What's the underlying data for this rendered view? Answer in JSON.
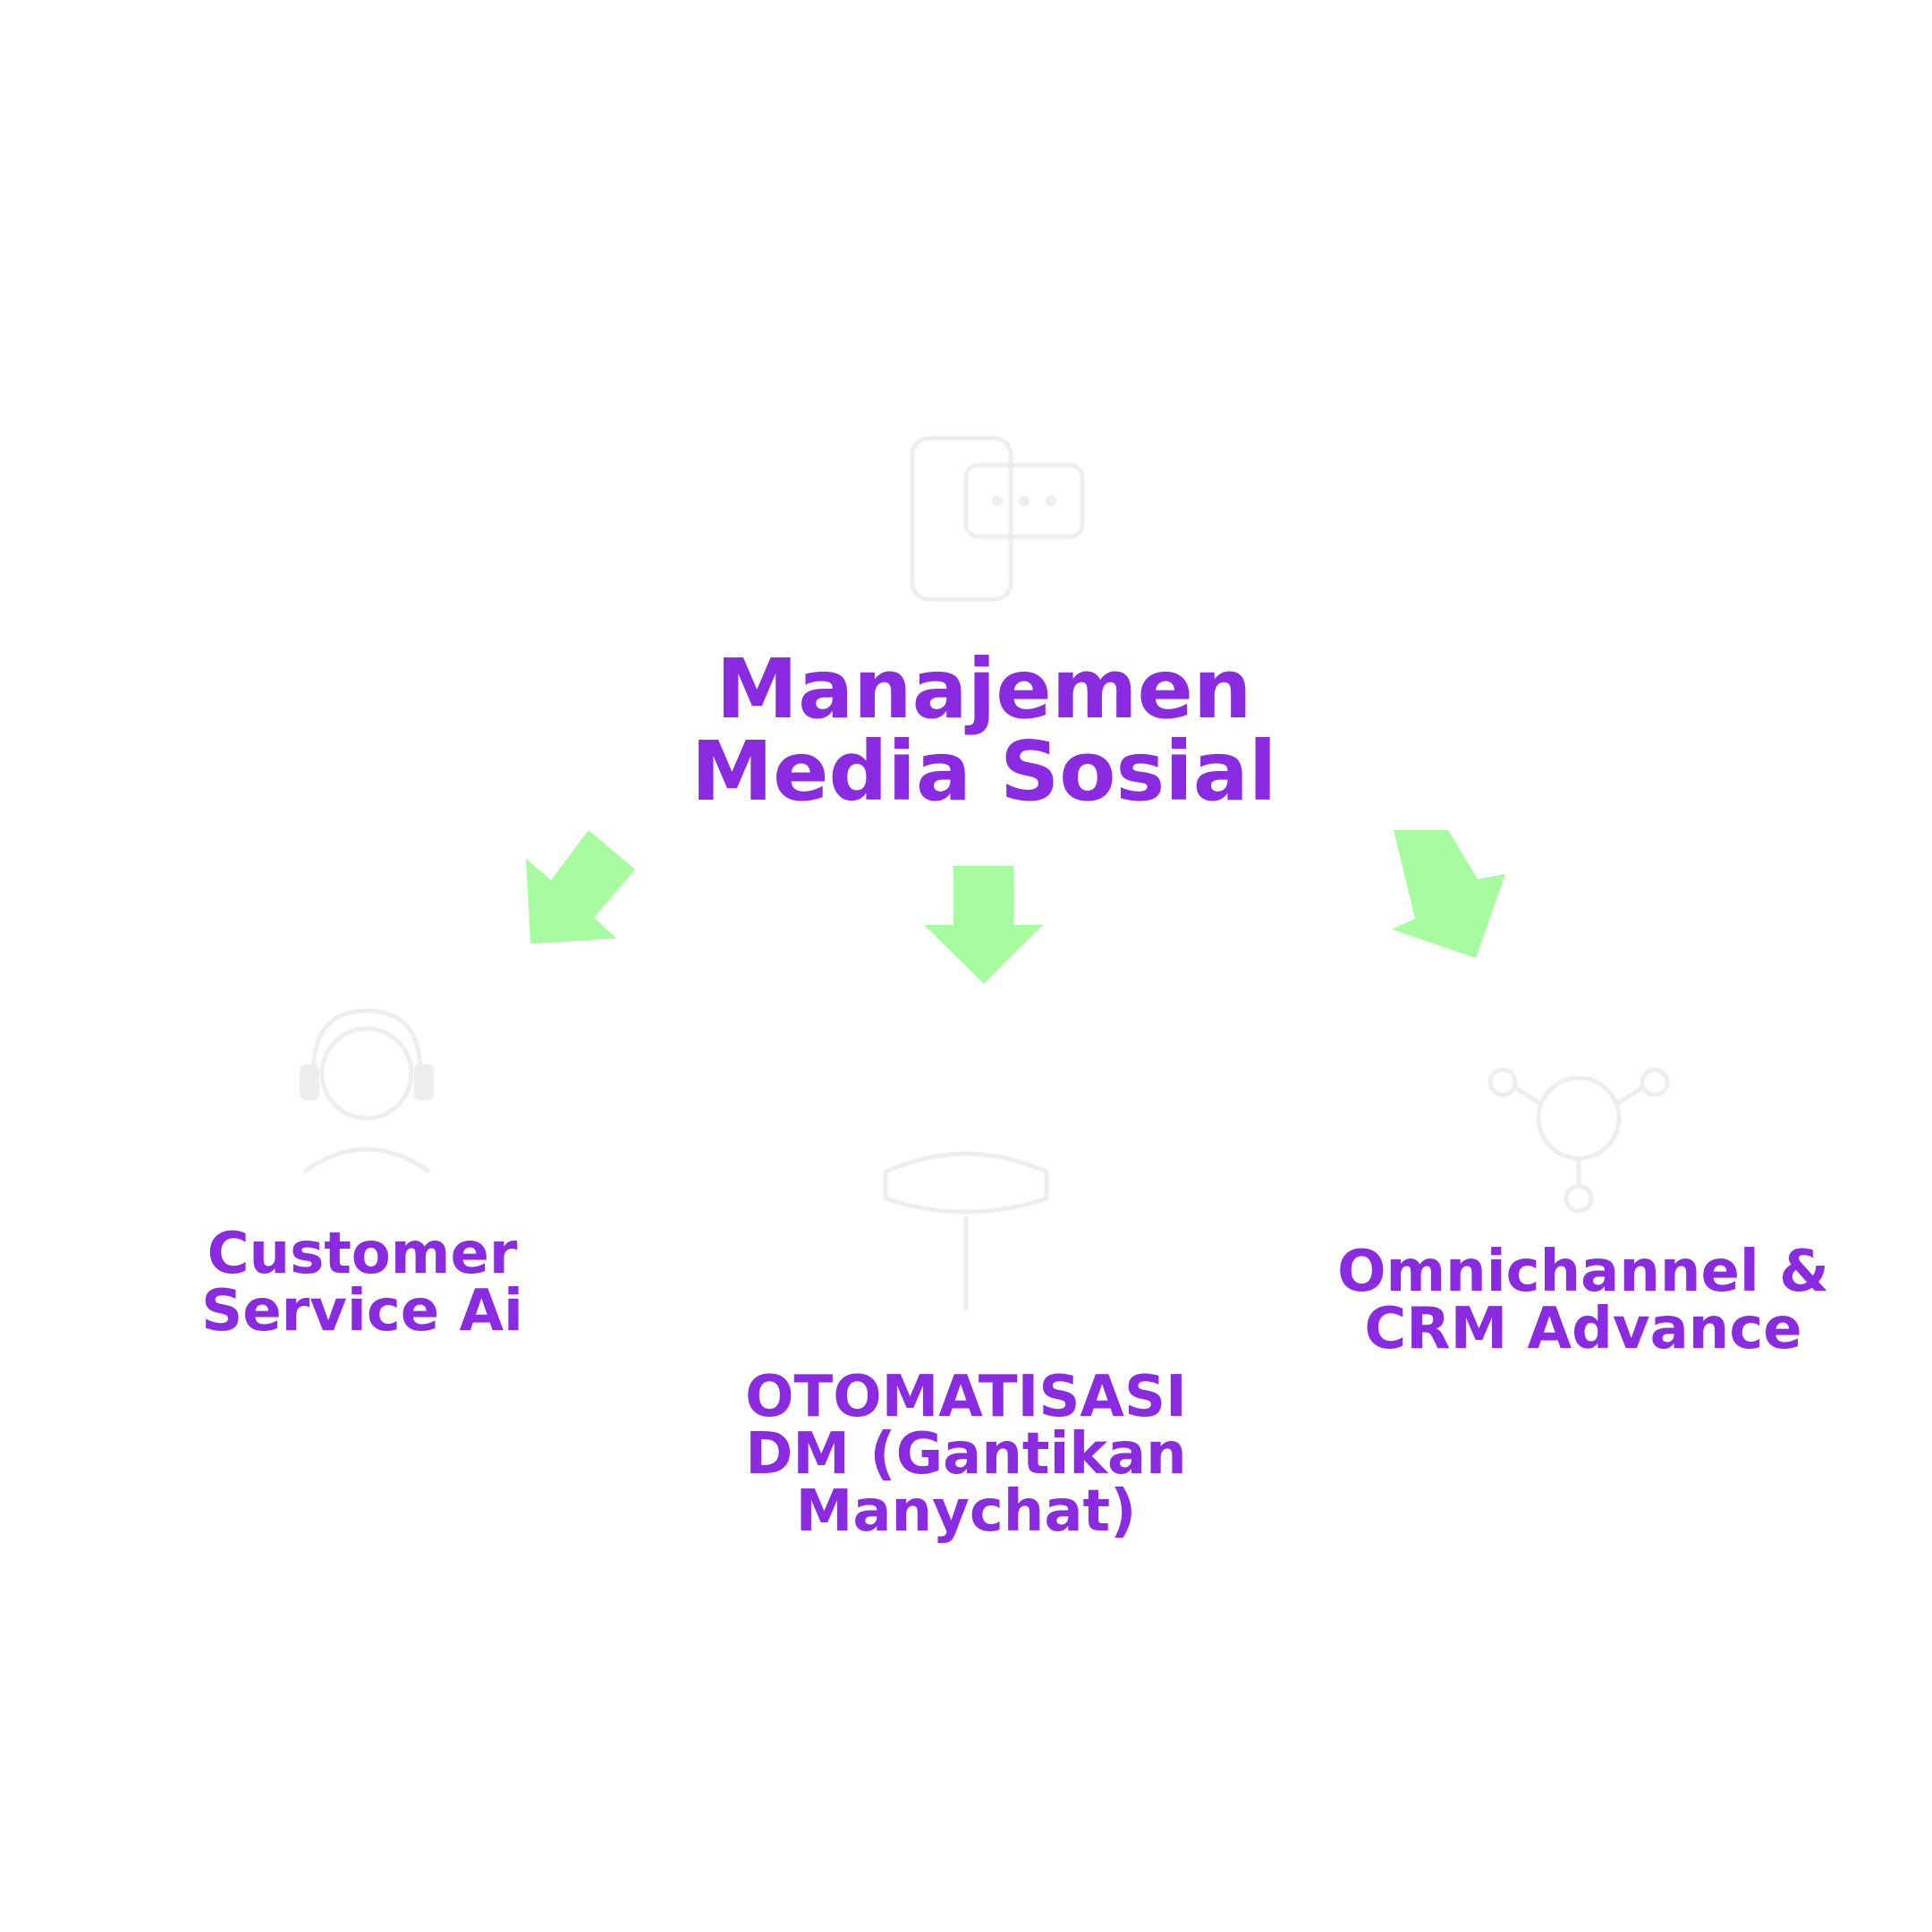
{
  "colors": {
    "text": "#8a2be2",
    "arrow": "#a8fca0",
    "faint_icon": "#eeeeee",
    "background": "#ffffff"
  },
  "root": {
    "label": "Manajemen\nMedia Sosial",
    "icon": "smartphone-chat-icon"
  },
  "children": [
    {
      "label": "Customer\nService Ai",
      "icon": "headset-agent-icon"
    },
    {
      "label": "OTOMATISASI\nDM (Gantikan\nManychat)",
      "icon": "chat-bubble-icon"
    },
    {
      "label": "Omnichannel &\nCRM Advance",
      "icon": "network-nodes-icon"
    }
  ],
  "arrows": [
    {
      "direction": "down-left"
    },
    {
      "direction": "down"
    },
    {
      "direction": "down-right"
    }
  ]
}
